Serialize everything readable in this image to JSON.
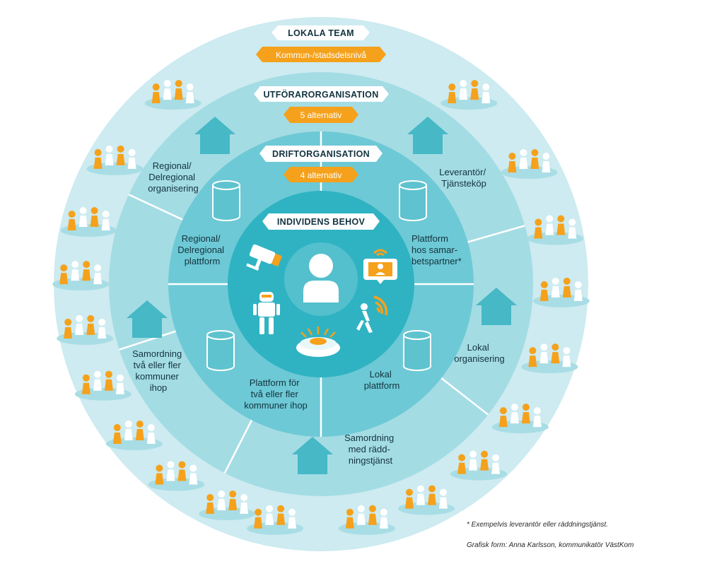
{
  "rings": {
    "lokala_team": {
      "title": "LOKALA TEAM",
      "badge": "Kommun-/stadsdelsnivå"
    },
    "utforarorganisation": {
      "title": "UTFÖRARORGANISATION",
      "badge": "5 alternativ",
      "options": [
        [
          "Regional/",
          "Delregional",
          "organisering"
        ],
        [
          "Leverantör/",
          "Tjänsteköp"
        ],
        [
          "Lokal",
          "organisering"
        ],
        [
          "Samordning",
          "med rädd-",
          "ningstjänst"
        ],
        [
          "Samordning",
          "två eller fler",
          "kommuner",
          "ihop"
        ]
      ]
    },
    "driftorganisation": {
      "title": "DRIFTORGANISATION",
      "badge": "4 alternativ",
      "options": [
        [
          "Regional/",
          "Delregional",
          "plattform"
        ],
        [
          "Plattform",
          "hos samar-",
          "betspartner*"
        ],
        [
          "Lokal",
          "plattform"
        ],
        [
          "Plattform för",
          "två eller fler",
          "kommuner ihop"
        ]
      ]
    },
    "individens_behov": {
      "title": "INDIVIDENS BEHOV"
    }
  },
  "footnotes": {
    "note": "* Exempelvis leverantör eller räddningstjänst.",
    "credit": "Grafisk form: Anna Karlsson, kommunikatör VästKom"
  },
  "colors": {
    "outer_ring": "#cdebf0",
    "ring2": "#a4dce4",
    "ring3": "#6dc9d5",
    "center": "#2fb3c3",
    "accent_orange": "#f5a11c",
    "icon_teal": "#46b8c6",
    "text": "#12333f"
  },
  "icons": {
    "people_group": "people-group-icon",
    "house": "house-icon",
    "database": "database-cylinder-icon",
    "person": "person-icon",
    "camera": "security-camera-icon",
    "tablet": "tablet-video-call-icon",
    "robot": "robot-icon",
    "fall_sensor": "fall-sensor-icon",
    "alarm_button": "alarm-button-icon"
  }
}
